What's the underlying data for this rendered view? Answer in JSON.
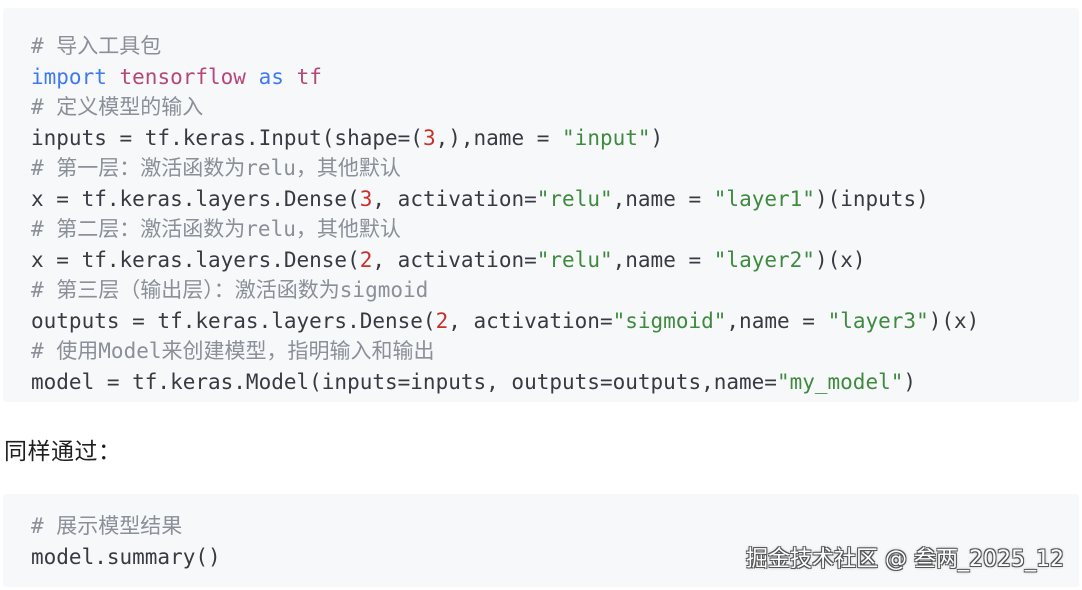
{
  "code_block_1": {
    "lines": [
      [
        {
          "t": "# 导入工具包",
          "c": "comment"
        }
      ],
      [
        {
          "t": "import",
          "c": "keyword"
        },
        {
          "t": " ",
          "c": "plain"
        },
        {
          "t": "tensorflow",
          "c": "name"
        },
        {
          "t": " ",
          "c": "plain"
        },
        {
          "t": "as",
          "c": "keyword"
        },
        {
          "t": " ",
          "c": "plain"
        },
        {
          "t": "tf",
          "c": "name"
        }
      ],
      [
        {
          "t": "# 定义模型的输入",
          "c": "comment"
        }
      ],
      [
        {
          "t": "inputs = tf.keras.Input(shape=(",
          "c": "plain"
        },
        {
          "t": "3",
          "c": "number"
        },
        {
          "t": ",),name = ",
          "c": "plain"
        },
        {
          "t": "\"input\"",
          "c": "string"
        },
        {
          "t": ")",
          "c": "plain"
        }
      ],
      [
        {
          "t": "# 第一层：激活函数为relu，其他默认",
          "c": "comment"
        }
      ],
      [
        {
          "t": "x = tf.keras.layers.Dense(",
          "c": "plain"
        },
        {
          "t": "3",
          "c": "number"
        },
        {
          "t": ", activation=",
          "c": "plain"
        },
        {
          "t": "\"relu\"",
          "c": "string"
        },
        {
          "t": ",name = ",
          "c": "plain"
        },
        {
          "t": "\"layer1\"",
          "c": "string"
        },
        {
          "t": ")(inputs)",
          "c": "plain"
        }
      ],
      [
        {
          "t": "# 第二层：激活函数为relu，其他默认",
          "c": "comment"
        }
      ],
      [
        {
          "t": "x = tf.keras.layers.Dense(",
          "c": "plain"
        },
        {
          "t": "2",
          "c": "number"
        },
        {
          "t": ", activation=",
          "c": "plain"
        },
        {
          "t": "\"relu\"",
          "c": "string"
        },
        {
          "t": ",name = ",
          "c": "plain"
        },
        {
          "t": "\"layer2\"",
          "c": "string"
        },
        {
          "t": ")(x)",
          "c": "plain"
        }
      ],
      [
        {
          "t": "# 第三层（输出层）：激活函数为sigmoid",
          "c": "comment"
        }
      ],
      [
        {
          "t": "outputs = tf.keras.layers.Dense(",
          "c": "plain"
        },
        {
          "t": "2",
          "c": "number"
        },
        {
          "t": ", activation=",
          "c": "plain"
        },
        {
          "t": "\"sigmoid\"",
          "c": "string"
        },
        {
          "t": ",name = ",
          "c": "plain"
        },
        {
          "t": "\"layer3\"",
          "c": "string"
        },
        {
          "t": ")(x)",
          "c": "plain"
        }
      ],
      [
        {
          "t": "# 使用Model来创建模型，指明输入和输出",
          "c": "comment"
        }
      ],
      [
        {
          "t": "model = tf.keras.Model(inputs=inputs, outputs=outputs,name=",
          "c": "plain"
        },
        {
          "t": "\"my_model\"",
          "c": "string"
        },
        {
          "t": ")",
          "c": "plain"
        }
      ]
    ]
  },
  "paragraph": {
    "text": "同样通过："
  },
  "code_block_2": {
    "lines": [
      [
        {
          "t": "# 展示模型结果",
          "c": "comment"
        }
      ],
      [
        {
          "t": "model.summary()",
          "c": "plain"
        }
      ]
    ]
  },
  "watermark": {
    "text": "掘金技术社区 @ 叁两_2025_12"
  },
  "colors": {
    "code_background": "#f6f8fa",
    "comment": "#8a8f98",
    "keyword": "#4078f2",
    "name": "#b5487a",
    "string": "#3f8a3f",
    "number": "#c9302c",
    "plain": "#383a42"
  }
}
